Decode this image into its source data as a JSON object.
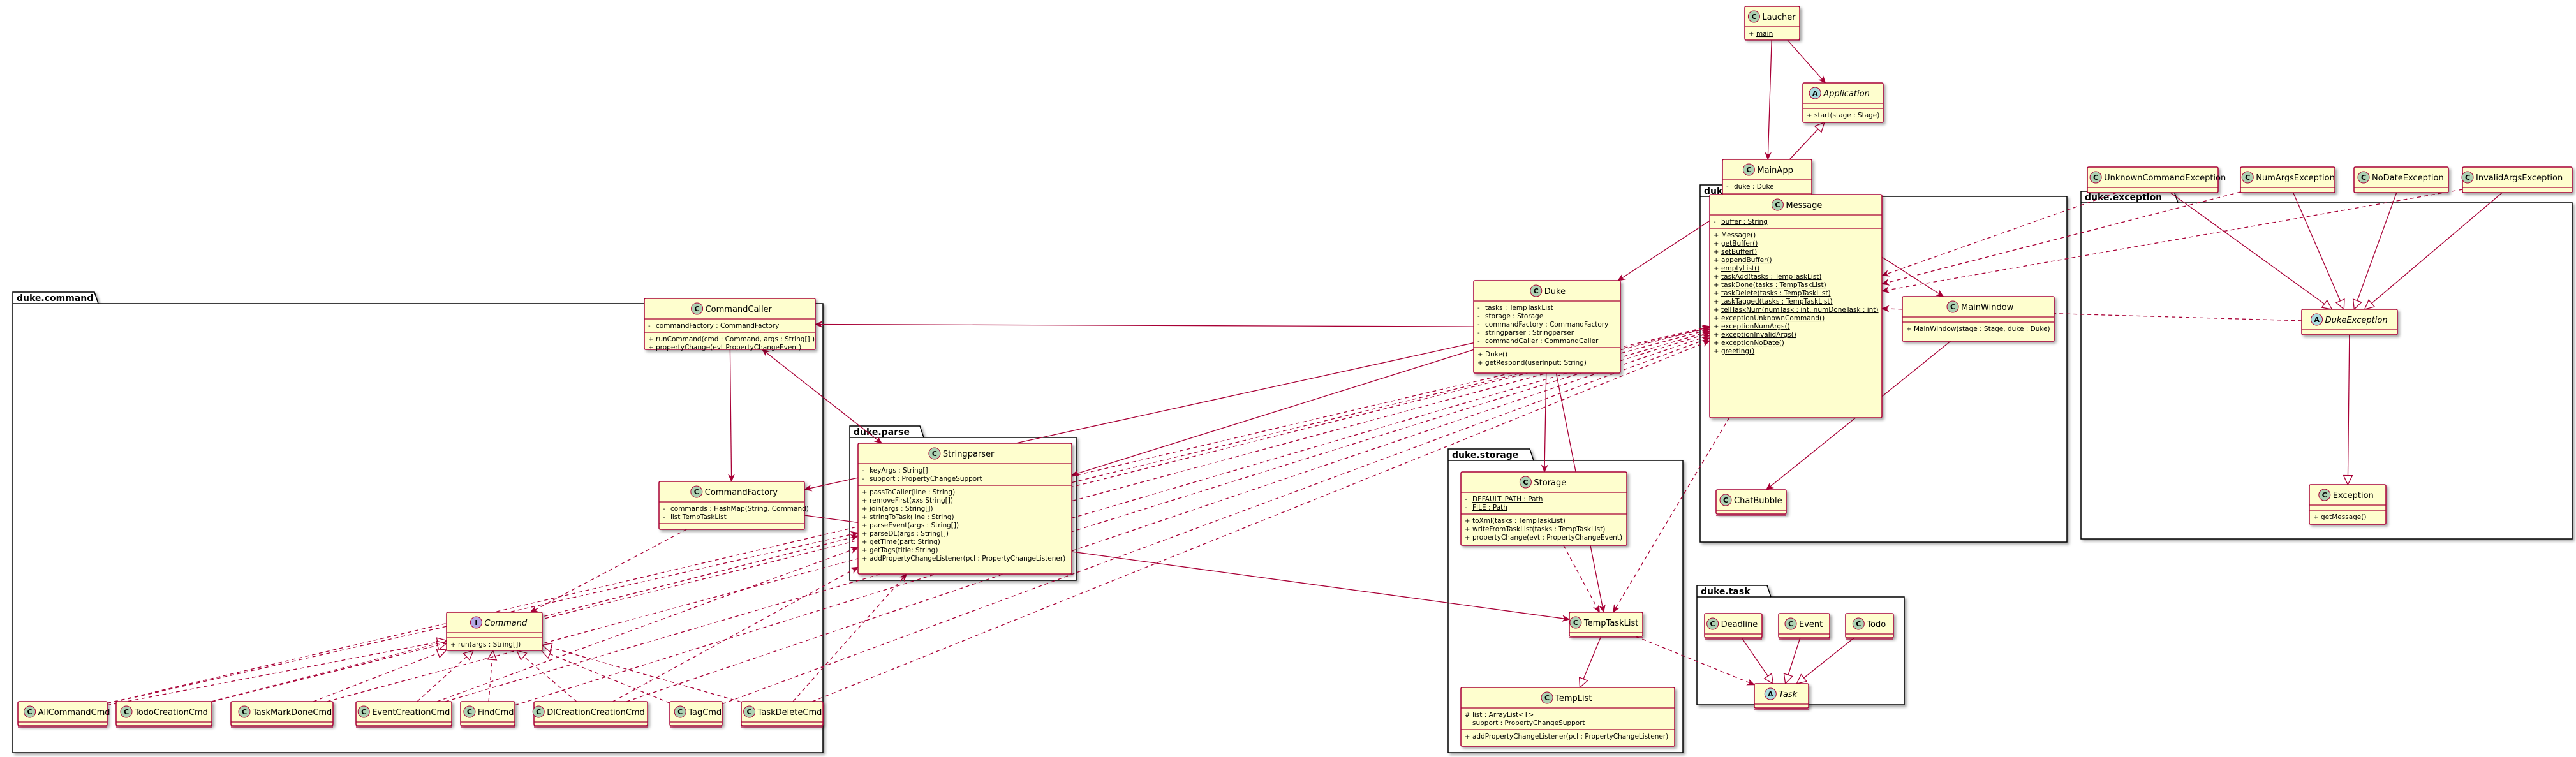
{
  "colors": {
    "class_fill": "#FEFECE",
    "class_border": "#A80036",
    "edge": "#A80036",
    "package_border": "#000000",
    "package_fill": "#FFFFFF",
    "spot_class": "#ADD1B2",
    "spot_abstract": "#A9DCDF",
    "spot_interface": "#B4A7E5"
  },
  "packages": [
    {
      "id": "command",
      "name": "duke.command"
    },
    {
      "id": "parse",
      "name": "duke.parse"
    },
    {
      "id": "storage",
      "name": "duke.storage"
    },
    {
      "id": "ui",
      "name": "duke.ui"
    },
    {
      "id": "task",
      "name": "duke.task"
    },
    {
      "id": "exception",
      "name": "duke.exception"
    }
  ],
  "classes": [
    {
      "id": "Laucher",
      "name": "Laucher",
      "kind": "C",
      "fields": [
        {
          "vis": "+",
          "text": "main",
          "static": true
        }
      ],
      "methods": []
    },
    {
      "id": "Application",
      "name": "Application",
      "kind": "A",
      "fields": [],
      "methods": [
        {
          "vis": "+",
          "text": "start(stage : Stage)"
        }
      ]
    },
    {
      "id": "MainApp",
      "name": "MainApp",
      "kind": "C",
      "fields": [
        {
          "vis": "-",
          "text": "duke : Duke"
        }
      ],
      "methods": [
        {
          "vis": "+",
          "text": "start(stage : Stage)"
        }
      ]
    },
    {
      "id": "Duke",
      "name": "Duke",
      "kind": "C",
      "fields": [
        {
          "vis": "-",
          "text": "tasks : TempTaskList"
        },
        {
          "vis": "-",
          "text": "storage : Storage"
        },
        {
          "vis": "-",
          "text": "commandFactory : CommandFactory"
        },
        {
          "vis": "-",
          "text": "stringparser : Stringparser"
        },
        {
          "vis": "-",
          "text": "commandCaller : CommandCaller"
        }
      ],
      "methods": [
        {
          "vis": "+",
          "text": "Duke()"
        },
        {
          "vis": "+",
          "text": "getRespond(userInput: String)"
        }
      ]
    },
    {
      "id": "CommandCaller",
      "name": "CommandCaller",
      "kind": "C",
      "fields": [
        {
          "vis": "-",
          "text": "commandFactory : CommandFactory"
        }
      ],
      "methods": [
        {
          "vis": "+",
          "text": "runCommand(cmd : Command, args : String[] )"
        },
        {
          "vis": "+",
          "text": "propertyChange(evt PropertyChangeEvent)"
        }
      ]
    },
    {
      "id": "CommandFactory",
      "name": "CommandFactory",
      "kind": "C",
      "fields": [
        {
          "vis": "-",
          "text": "commands : HashMap(String, Command)"
        },
        {
          "vis": "-",
          "text": "list TempTaskList"
        }
      ],
      "methods": []
    },
    {
      "id": "Command",
      "name": "Command",
      "kind": "I",
      "fields": [],
      "methods": [
        {
          "vis": "+",
          "text": "run(args : String[])"
        }
      ]
    },
    {
      "id": "AllCommandCmd",
      "name": "AllCommandCmd",
      "kind": "C",
      "fields": [],
      "methods": []
    },
    {
      "id": "TodoCreationCmd",
      "name": "TodoCreationCmd",
      "kind": "C",
      "fields": [],
      "methods": []
    },
    {
      "id": "TaskMarkDoneCmd",
      "name": "TaskMarkDoneCmd",
      "kind": "C",
      "fields": [],
      "methods": []
    },
    {
      "id": "EventCreationCmd",
      "name": "EventCreationCmd",
      "kind": "C",
      "fields": [],
      "methods": []
    },
    {
      "id": "FindCmd",
      "name": "FindCmd",
      "kind": "C",
      "fields": [],
      "methods": []
    },
    {
      "id": "DlCreationCreationCmd",
      "name": "DlCreationCreationCmd",
      "kind": "C",
      "fields": [],
      "methods": []
    },
    {
      "id": "TagCmd",
      "name": "TagCmd",
      "kind": "C",
      "fields": [],
      "methods": []
    },
    {
      "id": "TaskDeleteCmd",
      "name": "TaskDeleteCmd",
      "kind": "C",
      "fields": [],
      "methods": []
    },
    {
      "id": "Stringparser",
      "name": "Stringparser",
      "kind": "C",
      "fields": [
        {
          "vis": "-",
          "text": "keyArgs : String[]"
        },
        {
          "vis": "-",
          "text": "support : PropertyChangeSupport"
        }
      ],
      "methods": [
        {
          "vis": "+",
          "text": "passToCaller(line : String)"
        },
        {
          "vis": "+",
          "text": "removeFirst(xxs String[])"
        },
        {
          "vis": "+",
          "text": "join(args : String[])"
        },
        {
          "vis": "+",
          "text": "stringToTask(line : String)"
        },
        {
          "vis": "+",
          "text": "parseEvent(args : String[])"
        },
        {
          "vis": "+",
          "text": "parseDL(args : String[])"
        },
        {
          "vis": "+",
          "text": "getTime(part: String)"
        },
        {
          "vis": "+",
          "text": "getTags(title: String)"
        },
        {
          "vis": "+",
          "text": "addPropertyChangeListener(pcl : PropertyChangeListener)"
        }
      ]
    },
    {
      "id": "Storage",
      "name": "Storage",
      "kind": "C",
      "fields": [
        {
          "vis": "-",
          "text": "DEFAULT_PATH : Path",
          "static": true
        },
        {
          "vis": "-",
          "text": "FILE : Path",
          "static": true
        }
      ],
      "methods": [
        {
          "vis": "+",
          "text": "toXml(tasks : TempTaskList)"
        },
        {
          "vis": "+",
          "text": "writeFromTaskList(tasks : TempTaskList)"
        },
        {
          "vis": "+",
          "text": "propertyChange(evt : PropertyChangeEvent)"
        }
      ]
    },
    {
      "id": "TempTaskList",
      "name": "TempTaskList",
      "kind": "C",
      "fields": [],
      "methods": []
    },
    {
      "id": "TempList",
      "name": "TempList",
      "kind": "C",
      "fields": [
        {
          "vis": "#",
          "text": "list : ArrayList<T>"
        },
        {
          "vis": "",
          "text": "support : PropertyChangeSupport"
        }
      ],
      "methods": [
        {
          "vis": "+",
          "text": "addPropertyChangeListener(pcl : PropertyChangeListener)"
        }
      ]
    },
    {
      "id": "Message",
      "name": "Message",
      "kind": "C",
      "fields": [
        {
          "vis": "-",
          "text": "buffer : String",
          "static": true
        }
      ],
      "methods": [
        {
          "vis": "+",
          "text": "Message()"
        },
        {
          "vis": "+",
          "text": "getBuffer()",
          "static": true
        },
        {
          "vis": "+",
          "text": "setBuffer()",
          "static": true
        },
        {
          "vis": "+",
          "text": "appendBuffer()",
          "static": true
        },
        {
          "vis": "+",
          "text": "emptyList()",
          "static": true
        },
        {
          "vis": "+",
          "text": "taskAdd(tasks : TempTaskList)",
          "static": true
        },
        {
          "vis": "+",
          "text": "taskDone(tasks : TempTaskList)",
          "static": true
        },
        {
          "vis": "+",
          "text": "taskDelete(tasks : TempTaskList)",
          "static": true
        },
        {
          "vis": "+",
          "text": "taskTagged(tasks : TempTaskList)",
          "static": true
        },
        {
          "vis": "+",
          "text": "tellTaskNum(numTask : int, numDoneTask : int)",
          "static": true
        },
        {
          "vis": "+",
          "text": "exceptionUnknownCommand()",
          "static": true
        },
        {
          "vis": "+",
          "text": "exceptionNumArgs()",
          "static": true
        },
        {
          "vis": "+",
          "text": "exceptionInvalidArgs()",
          "static": true
        },
        {
          "vis": "+",
          "text": "exceptionNoDate()",
          "static": true
        },
        {
          "vis": "+",
          "text": "greeting()",
          "static": true
        }
      ]
    },
    {
      "id": "MainWindow",
      "name": "MainWindow",
      "kind": "C",
      "fields": [],
      "methods": [
        {
          "vis": "+",
          "text": "MainWindow(stage : Stage, duke : Duke)"
        }
      ]
    },
    {
      "id": "ChatBubble",
      "name": "ChatBubble",
      "kind": "C",
      "fields": [],
      "methods": []
    },
    {
      "id": "Deadline",
      "name": "Deadline",
      "kind": "C",
      "fields": [],
      "methods": []
    },
    {
      "id": "Event",
      "name": "Event",
      "kind": "C",
      "fields": [],
      "methods": []
    },
    {
      "id": "Todo",
      "name": "Todo",
      "kind": "C",
      "fields": [],
      "methods": []
    },
    {
      "id": "Task",
      "name": "Task",
      "kind": "A",
      "fields": [],
      "methods": []
    },
    {
      "id": "UnknownCommandException",
      "name": "UnknownCommandException",
      "kind": "C",
      "fields": [],
      "methods": []
    },
    {
      "id": "NumArgsException",
      "name": "NumArgsException",
      "kind": "C",
      "fields": [],
      "methods": []
    },
    {
      "id": "NoDateException",
      "name": "NoDateException",
      "kind": "C",
      "fields": [],
      "methods": []
    },
    {
      "id": "InvalidArgsException",
      "name": "InvalidArgsException",
      "kind": "C",
      "fields": [],
      "methods": []
    },
    {
      "id": "DukeException",
      "name": "DukeException",
      "kind": "A",
      "fields": [],
      "methods": []
    },
    {
      "id": "Exception",
      "name": "Exception",
      "kind": "C",
      "fields": [],
      "methods": [
        {
          "vis": "+",
          "text": "getMessage()"
        }
      ]
    }
  ],
  "relations": [
    {
      "from": "Laucher",
      "to": "Application",
      "type": "assoc"
    },
    {
      "from": "Laucher",
      "to": "MainApp",
      "type": "assoc"
    },
    {
      "from": "MainApp",
      "to": "Application",
      "type": "extends"
    },
    {
      "from": "MainApp",
      "to": "Duke",
      "type": "assoc"
    },
    {
      "from": "MainApp",
      "to": "MainWindow",
      "type": "assoc"
    },
    {
      "from": "Duke",
      "to": "CommandCaller",
      "type": "assoc"
    },
    {
      "from": "Duke",
      "to": "CommandFactory",
      "type": "assoc"
    },
    {
      "from": "Duke",
      "to": "Stringparser",
      "type": "assoc"
    },
    {
      "from": "Duke",
      "to": "Storage",
      "type": "assoc"
    },
    {
      "from": "Duke",
      "to": "TempTaskList",
      "type": "assoc"
    },
    {
      "from": "CommandCaller",
      "to": "CommandFactory",
      "type": "assoc"
    },
    {
      "from": "CommandCaller",
      "to": "Stringparser",
      "type": "bidir"
    },
    {
      "from": "CommandFactory",
      "to": "Command",
      "type": "dep"
    },
    {
      "from": "CommandFactory",
      "to": "TempTaskList",
      "type": "assoc"
    },
    {
      "from": "AllCommandCmd",
      "to": "Command",
      "type": "implements"
    },
    {
      "from": "TodoCreationCmd",
      "to": "Command",
      "type": "implements"
    },
    {
      "from": "TaskMarkDoneCmd",
      "to": "Command",
      "type": "implements"
    },
    {
      "from": "EventCreationCmd",
      "to": "Command",
      "type": "implements"
    },
    {
      "from": "FindCmd",
      "to": "Command",
      "type": "implements"
    },
    {
      "from": "DlCreationCreationCmd",
      "to": "Command",
      "type": "implements"
    },
    {
      "from": "TagCmd",
      "to": "Command",
      "type": "implements"
    },
    {
      "from": "TaskDeleteCmd",
      "to": "Command",
      "type": "implements"
    },
    {
      "from": "AllCommandCmd",
      "to": "Message",
      "type": "dep"
    },
    {
      "from": "TodoCreationCmd",
      "to": "Message",
      "type": "dep"
    },
    {
      "from": "TaskMarkDoneCmd",
      "to": "Message",
      "type": "dep"
    },
    {
      "from": "EventCreationCmd",
      "to": "Message",
      "type": "dep"
    },
    {
      "from": "FindCmd",
      "to": "Message",
      "type": "dep"
    },
    {
      "from": "DlCreationCreationCmd",
      "to": "Message",
      "type": "dep"
    },
    {
      "from": "TagCmd",
      "to": "Message",
      "type": "dep"
    },
    {
      "from": "TaskDeleteCmd",
      "to": "Message",
      "type": "dep"
    },
    {
      "from": "AllCommandCmd",
      "to": "Stringparser",
      "type": "dep"
    },
    {
      "from": "TodoCreationCmd",
      "to": "Stringparser",
      "type": "dep"
    },
    {
      "from": "EventCreationCmd",
      "to": "Stringparser",
      "type": "dep"
    },
    {
      "from": "DlCreationCreationCmd",
      "to": "Stringparser",
      "type": "dep"
    },
    {
      "from": "TaskDeleteCmd",
      "to": "Stringparser",
      "type": "dep"
    },
    {
      "from": "Stringparser",
      "to": "Message",
      "type": "dep"
    },
    {
      "from": "Storage",
      "to": "TempTaskList",
      "type": "dep"
    },
    {
      "from": "TempTaskList",
      "to": "TempList",
      "type": "extends"
    },
    {
      "from": "TempTaskList",
      "to": "Task",
      "type": "dep"
    },
    {
      "from": "Message",
      "to": "TempTaskList",
      "type": "dep"
    },
    {
      "from": "MainWindow",
      "to": "ChatBubble",
      "type": "assoc"
    },
    {
      "from": "Deadline",
      "to": "Task",
      "type": "extends"
    },
    {
      "from": "Event",
      "to": "Task",
      "type": "extends"
    },
    {
      "from": "Todo",
      "to": "Task",
      "type": "extends"
    },
    {
      "from": "UnknownCommandException",
      "to": "DukeException",
      "type": "extends"
    },
    {
      "from": "NumArgsException",
      "to": "DukeException",
      "type": "extends"
    },
    {
      "from": "NoDateException",
      "to": "DukeException",
      "type": "extends"
    },
    {
      "from": "InvalidArgsException",
      "to": "DukeException",
      "type": "extends"
    },
    {
      "from": "DukeException",
      "to": "Exception",
      "type": "extends"
    },
    {
      "from": "UnknownCommandException",
      "to": "Message",
      "type": "dep"
    },
    {
      "from": "NumArgsException",
      "to": "Message",
      "type": "dep"
    },
    {
      "from": "InvalidArgsException",
      "to": "Message",
      "type": "dep"
    },
    {
      "from": "DukeException",
      "to": "Message",
      "type": "dep"
    }
  ]
}
